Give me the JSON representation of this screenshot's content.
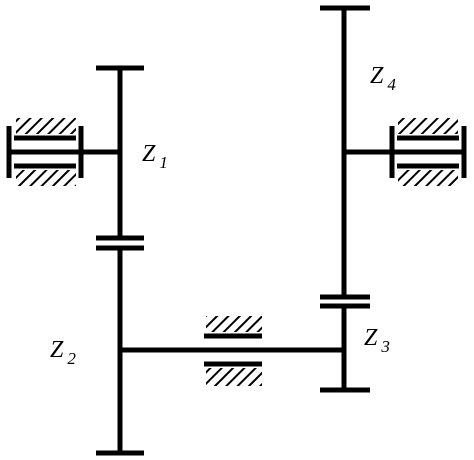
{
  "diagram": {
    "colors": {
      "stroke": "#000000",
      "background": "#ffffff"
    },
    "labels": {
      "z1": {
        "main": "Z",
        "sub": "1"
      },
      "z2": {
        "main": "Z",
        "sub": "2"
      },
      "z3": {
        "main": "Z",
        "sub": "3"
      },
      "z4": {
        "main": "Z",
        "sub": "4"
      }
    }
  }
}
